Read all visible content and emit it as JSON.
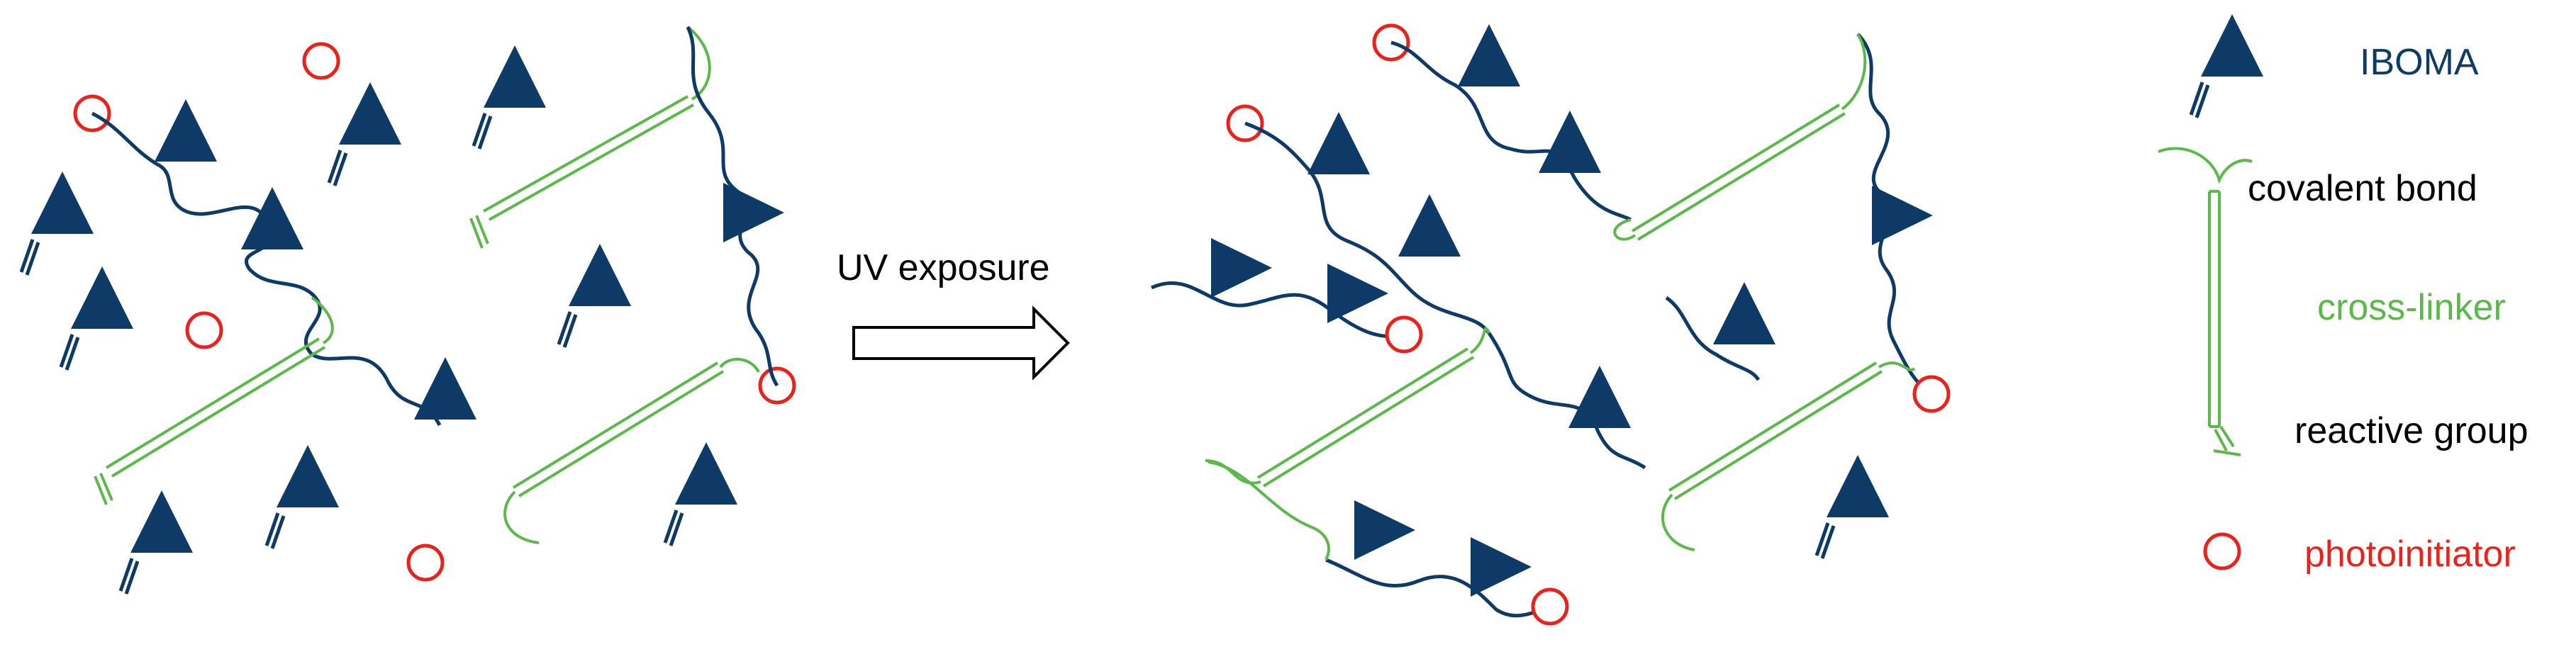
{
  "process": {
    "arrow_label": "UV exposure"
  },
  "legend": {
    "iboma": "IBOMA",
    "covalent_bond": "covalent bond",
    "cross_linker": "cross-linker",
    "reactive_group": "reactive group",
    "photoinitiator": "photoinitiator"
  },
  "colors": {
    "iboma": "#0d3a66",
    "cross_linker": "#5cb84a",
    "photoinitiator": "#e8231c",
    "text": "#000000"
  }
}
